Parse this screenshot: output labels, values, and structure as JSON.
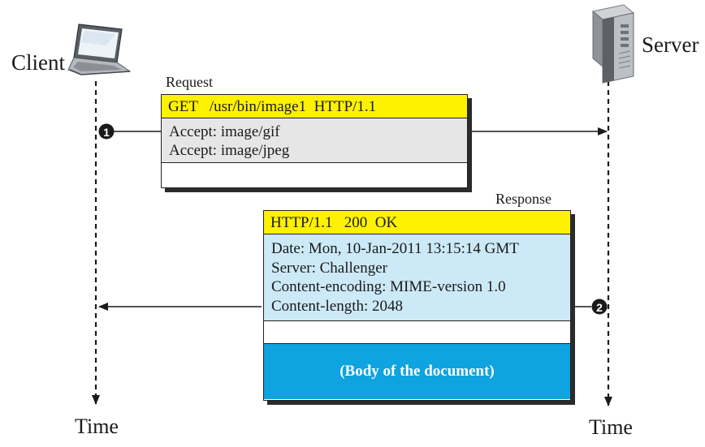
{
  "client": {
    "label": "Client",
    "time_label": "Time"
  },
  "server": {
    "label": "Server",
    "time_label": "Time"
  },
  "request": {
    "caption": "Request",
    "step": "1",
    "request_line": "GET   /usr/bin/image1  HTTP/1.1",
    "headers": [
      "Accept: image/gif",
      "Accept: image/jpeg"
    ]
  },
  "response": {
    "caption": "Response",
    "step": "2",
    "status_line": "HTTP/1.1   200  OK",
    "headers": [
      "Date: Mon, 10-Jan-2011 13:15:14 GMT",
      "Server: Challenger",
      "Content-encoding: MIME-version 1.0",
      "Content-length: 2048"
    ],
    "body": "(Body of the document)"
  },
  "colors": {
    "start_line": "#fff200",
    "request_headers": "#e6e6e6",
    "response_headers": "#cce9f7",
    "body": "#0fa3e0"
  },
  "icons": {
    "client": "laptop-icon",
    "server": "server-tower-icon"
  }
}
